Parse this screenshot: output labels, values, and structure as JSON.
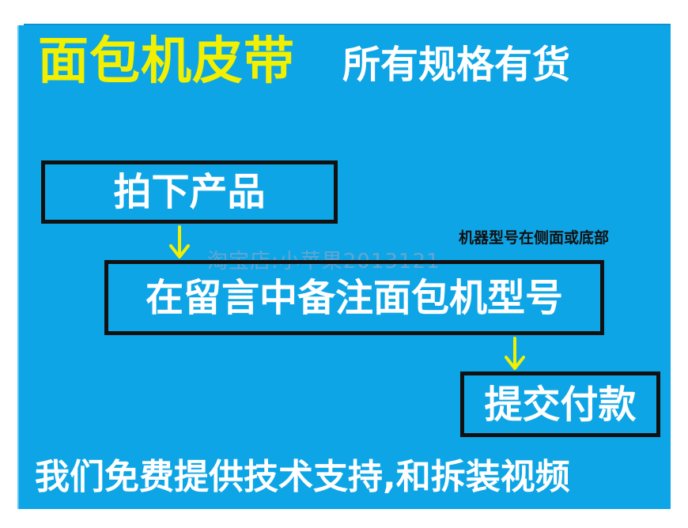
{
  "header": {
    "title_left": "面包机皮带",
    "title_right": "所有规格有货"
  },
  "steps": [
    {
      "label": "拍下产品"
    },
    {
      "label": "在留言中备注面包机型号"
    },
    {
      "label": "提交付款"
    }
  ],
  "note": "机器型号在侧面或底部",
  "watermark": "淘宝店:小苹果2013121",
  "footer": {
    "text": "我们免费提供技术支持,和拆装视频"
  },
  "colors": {
    "background": "#0ea5e6",
    "title_highlight": "#f1f000",
    "arrow": "#f1f000",
    "box_border": "#111111",
    "text": "#ffffff"
  },
  "icons": {
    "arrow": "arrow-down-icon"
  }
}
